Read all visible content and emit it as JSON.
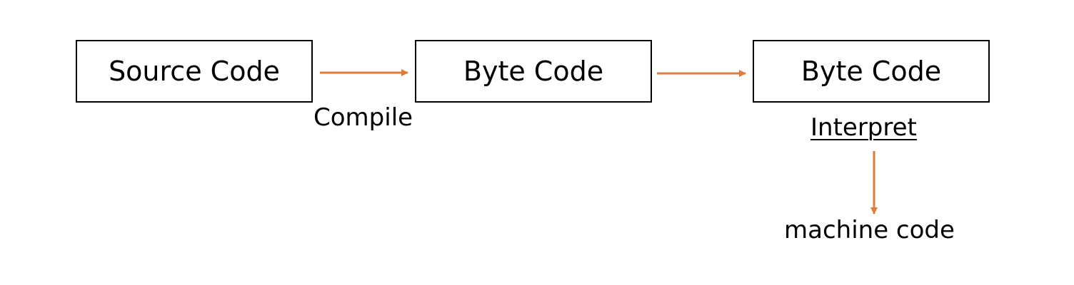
{
  "nodes": {
    "source": "Source Code",
    "bytecode_1": "Byte Code",
    "bytecode_2": "Byte Code",
    "machine": "machine code"
  },
  "edge_labels": {
    "compile": "Compile",
    "interpret": "Interpret"
  },
  "colors": {
    "arrow": "#E07B39",
    "box_border": "#000000",
    "text": "#000000"
  }
}
